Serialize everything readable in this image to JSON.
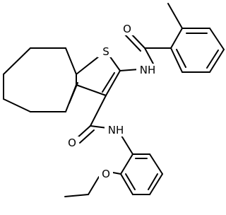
{
  "molecule": {
    "atoms": {
      "sulfur": "S",
      "oxygen_amide_top": "O",
      "nh_top": "NH",
      "oxygen_amide_bottom": "O",
      "nh_bottom": "NH",
      "oxygen_ether": "O"
    },
    "colors": {
      "bond": "#000000",
      "background": "#ffffff"
    }
  }
}
